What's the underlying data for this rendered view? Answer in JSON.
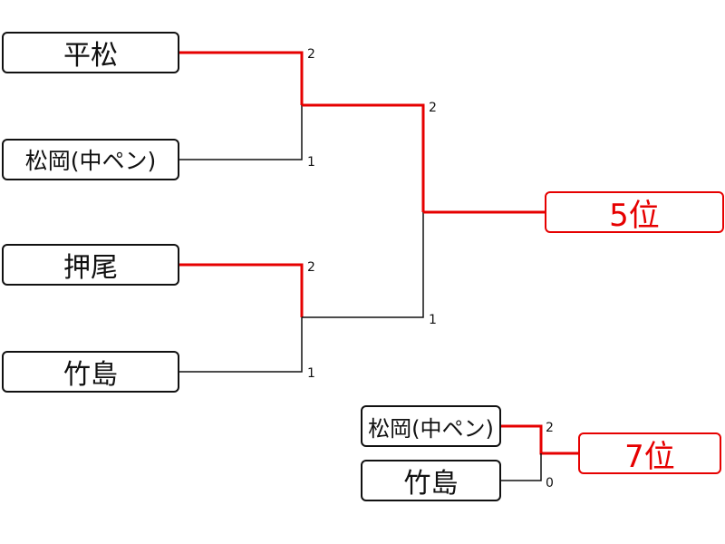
{
  "teams": {
    "hiramatsu": "平松",
    "matsuoka": "松岡(中ペン)",
    "oshio": "押尾",
    "takeshima": "竹島"
  },
  "results": {
    "fifth": "5位",
    "seventh": "7位"
  },
  "scores": {
    "hiramatsu_r1": "2",
    "matsuoka_r1": "1",
    "oshio_r1": "2",
    "takeshima_r1": "1",
    "top_r2": "2",
    "bottom_r2": "1",
    "matsuoka_7th": "2",
    "takeshima_7th": "0"
  },
  "colors": {
    "winner_line": "#e60000",
    "loser_line": "#111111"
  }
}
